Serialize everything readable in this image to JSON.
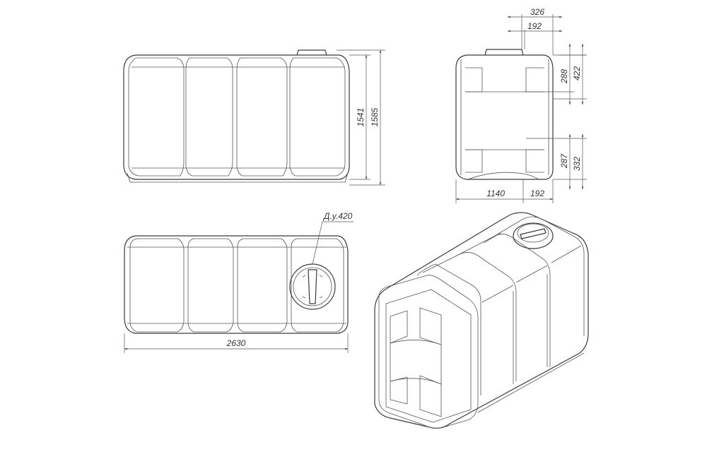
{
  "dimensions": {
    "top_width_a": "326",
    "top_width_b": "192",
    "height_outer": "1585",
    "height_inner": "1541",
    "side_upper_a": "288",
    "side_upper_b": "422",
    "side_lower_a": "287",
    "side_lower_b": "332",
    "side_width": "1140",
    "side_bottom_offset": "192",
    "length": "2630",
    "hatch_label": "Д.у.420"
  },
  "colors": {
    "line": "#3a3a3a",
    "background": "#ffffff"
  }
}
